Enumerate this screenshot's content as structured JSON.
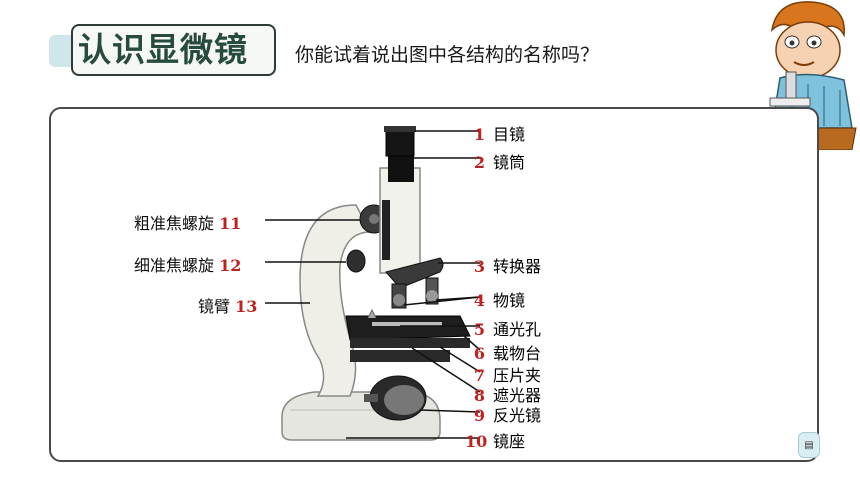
{
  "header": {
    "title": "认识显微镜",
    "question": "你能试着说出图中各结构的名称吗？"
  },
  "labels_right": [
    {
      "num": "1",
      "name": "目镜"
    },
    {
      "num": "2",
      "name": "镜筒"
    },
    {
      "num": "3",
      "name": "转换器"
    },
    {
      "num": "4",
      "name": "物镜"
    },
    {
      "num": "5",
      "name": "通光孔"
    },
    {
      "num": "6",
      "name": "载物台"
    },
    {
      "num": "7",
      "name": "压片夹"
    },
    {
      "num": "8",
      "name": "遮光器"
    },
    {
      "num": "9",
      "name": "反光镜"
    },
    {
      "num": "10",
      "name": "镜座"
    }
  ],
  "labels_left": [
    {
      "num": "11",
      "name": "粗准焦螺旋"
    },
    {
      "num": "12",
      "name": "细准焦螺旋"
    },
    {
      "num": "13",
      "name": "镜臂"
    }
  ],
  "colors": {
    "number": "#c0211f",
    "title_text": "#274b3f"
  },
  "icons": {
    "cartoon": "boy-with-microscope",
    "page_corner": "page-icon"
  }
}
